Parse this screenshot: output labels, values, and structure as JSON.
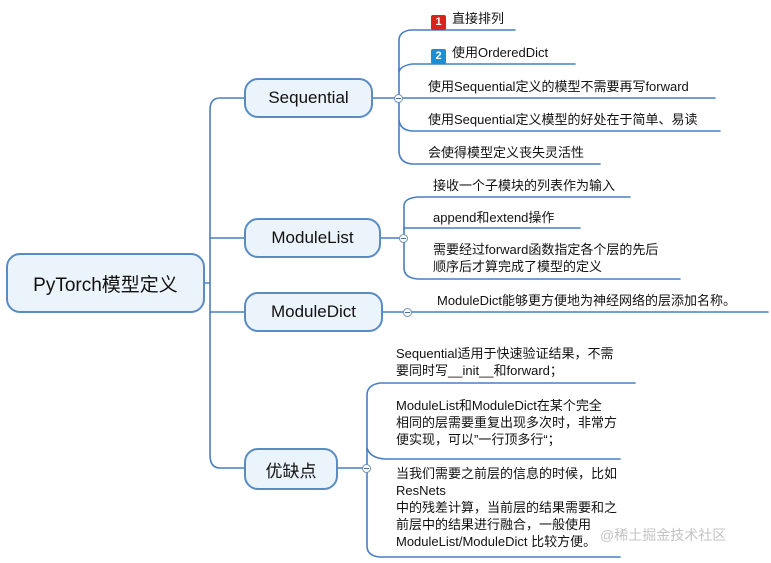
{
  "root": {
    "label": "PyTorch模型定义"
  },
  "branches": {
    "sequential": {
      "label": "Sequential",
      "items": [
        {
          "badge": "1",
          "text": "直接排列",
          "badge_color": "#d9231f"
        },
        {
          "badge": "2",
          "text": "使用OrderedDict",
          "badge_color": "#1a8fd6"
        },
        {
          "text": "使用Sequential定义的模型不需要再写forward"
        },
        {
          "text": "使用Sequential定义模型的好处在于简单、易读"
        },
        {
          "text": "会使得模型定义丧失灵活性"
        }
      ]
    },
    "modulelist": {
      "label": "ModuleList",
      "items": [
        {
          "text": "接收一个子模块的列表作为输入"
        },
        {
          "text": "append和extend操作"
        },
        {
          "lines": [
            "需要经过forward函数指定各个层的先后",
            "顺序后才算完成了模型的定义"
          ]
        }
      ]
    },
    "moduledict": {
      "label": "ModuleDict",
      "items": [
        {
          "text": "ModuleDict能够更方便地为神经网络的层添加名称。"
        }
      ]
    },
    "proscons": {
      "label": "优缺点",
      "items": [
        {
          "lines": [
            "Sequential适用于快速验证结果，不需",
            "要同时写__init__和forward；"
          ]
        },
        {
          "lines": [
            "ModuleList和ModuleDict在某个完全",
            "相同的层需要重复出现多次时，非常方",
            "便实现，可以”一行顶多行“；"
          ]
        },
        {
          "lines": [
            "当我们需要之前层的信息的时候，比如",
            " ResNets",
            "中的残差计算，当前层的结果需要和之",
            "前层中的结果进行融合，一般使用",
            "ModuleList/ModuleDict 比较方便。"
          ]
        }
      ]
    }
  },
  "watermark": "@稀土掘金技术社区",
  "colors": {
    "line": "#4a7fc0",
    "node_fill": "#ebf3fb",
    "node_border": "#5a8cc4"
  }
}
